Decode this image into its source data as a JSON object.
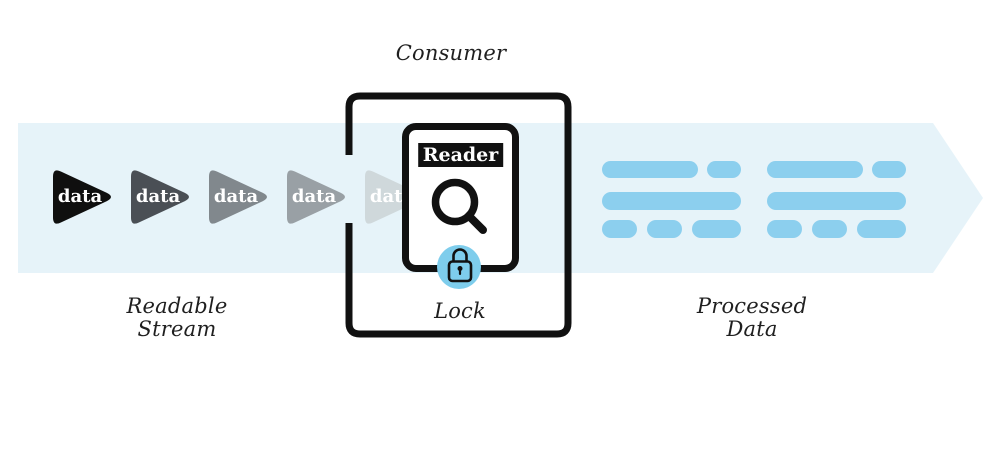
{
  "labels": {
    "consumer": "Consumer",
    "reader": "Reader",
    "lock": "Lock",
    "readable_stream": {
      "line1": "Readable",
      "line2": "Stream"
    },
    "processed_data": {
      "line1": "Processed",
      "line2": "Data"
    }
  },
  "stream": {
    "chunks": [
      {
        "label": "data",
        "color": "#0f0f0f"
      },
      {
        "label": "data",
        "color": "#4a4f55"
      },
      {
        "label": "data",
        "color": "#81888d"
      },
      {
        "label": "data",
        "color": "#99a0a5"
      },
      {
        "label": "data",
        "color": "#cfd8db"
      }
    ]
  },
  "colors": {
    "band": "#e6f3f9",
    "blue": "#8ccfee",
    "lock_bg": "#7ecdec",
    "ink": "#111111",
    "chunk_text": "#ffffff"
  }
}
